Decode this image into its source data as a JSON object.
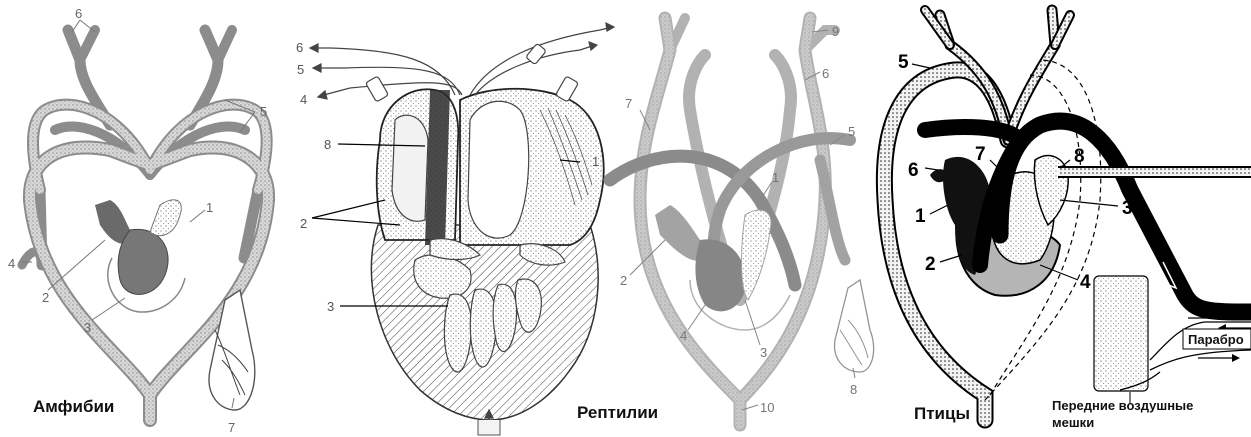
{
  "panels": {
    "amphibians": {
      "title": "Амфибии",
      "labels": [
        "1",
        "2",
        "3",
        "4",
        "5",
        "6",
        "7"
      ]
    },
    "fish_heart": {
      "labels": [
        "1",
        "2",
        "3",
        "4",
        "5",
        "6",
        "8"
      ]
    },
    "reptiles": {
      "title": "Рептилии",
      "labels": [
        "1",
        "2",
        "3",
        "4",
        "5",
        "6",
        "7",
        "8",
        "9",
        "10"
      ]
    },
    "birds": {
      "title": "Птицы",
      "labels": [
        "1",
        "2",
        "3",
        "4",
        "5",
        "6",
        "7",
        "8"
      ],
      "parabronchi": "Парабро",
      "air_sacs_line1": "Передние воздушные",
      "air_sacs_line2": "мешки"
    }
  },
  "colors": {
    "vessel_fill": "#cfcfcf",
    "vessel_stroke": "#8a8a8a",
    "dark": "#111111",
    "heart_grey": "#b5b5b5"
  }
}
